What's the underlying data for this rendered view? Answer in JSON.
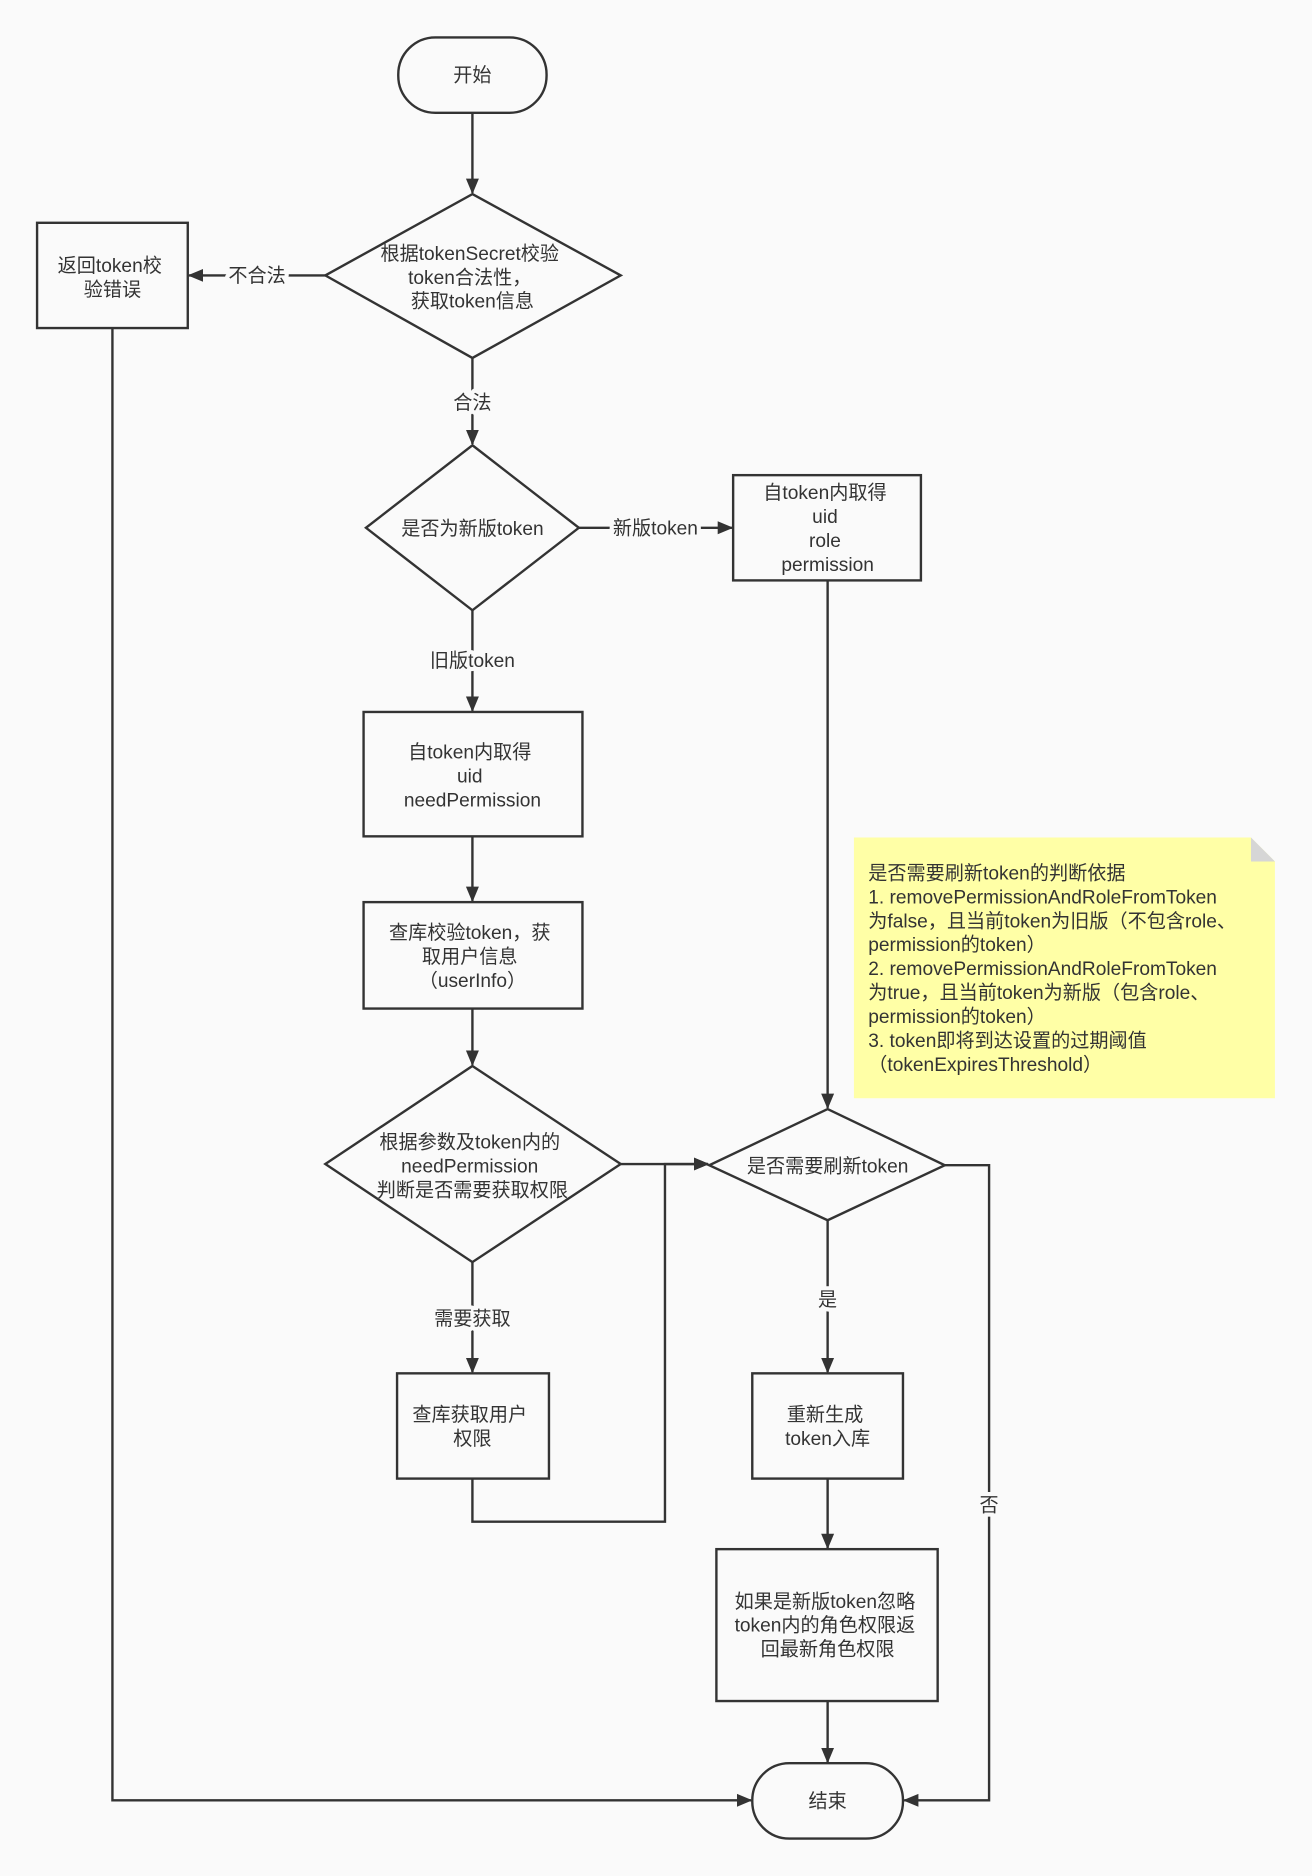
{
  "nodes": {
    "start": {
      "label": "开始"
    },
    "validate_token": {
      "lines": [
        "根据tokenSecret校验",
        "token合法性，",
        "获取token信息"
      ]
    },
    "return_error": {
      "lines": [
        "返回token校",
        "验错误"
      ]
    },
    "is_new_token": {
      "label": "是否为新版token"
    },
    "new_token_extract": {
      "lines": [
        "自token内取得",
        "uid",
        "role",
        "permission"
      ]
    },
    "old_token_extract": {
      "lines": [
        "自token内取得",
        "uid",
        "needPermission"
      ]
    },
    "query_user_info": {
      "lines": [
        "查库校验token，获",
        "取用户信息",
        "（userInfo）"
      ]
    },
    "need_permission_check": {
      "lines": [
        "根据参数及token内的",
        "needPermission",
        "判断是否需要获取权限"
      ]
    },
    "query_permission": {
      "lines": [
        "查库获取用户",
        "权限"
      ]
    },
    "need_refresh": {
      "label": "是否需要刷新token"
    },
    "regenerate_token": {
      "lines": [
        "重新生成",
        "token入库"
      ]
    },
    "return_latest_role": {
      "lines": [
        "如果是新版token忽略",
        "token内的角色权限返",
        "回最新角色权限"
      ]
    },
    "end": {
      "label": "结束"
    }
  },
  "edge_labels": {
    "invalid": "不合法",
    "valid": "合法",
    "new_token": "新版token",
    "old_token": "旧版token",
    "need_fetch": "需要获取",
    "yes": "是",
    "no": "否"
  },
  "note": {
    "lines": [
      "是否需要刷新token的判断依据",
      "1. removePermissionAndRoleFromToken",
      "为false，且当前token为旧版（不包含role、",
      "permission的token）",
      "2. removePermissionAndRoleFromToken",
      "为true，且当前token为新版（包含role、",
      "permission的token）",
      "3. token即将到达设置的过期阈值",
      "（tokenExpiresThreshold）"
    ]
  },
  "colors": {
    "canvas": "#fafafa",
    "stroke": "#333333",
    "note": "#ffffa6",
    "note_fold": "#d6d6d6",
    "text": "#333333"
  }
}
